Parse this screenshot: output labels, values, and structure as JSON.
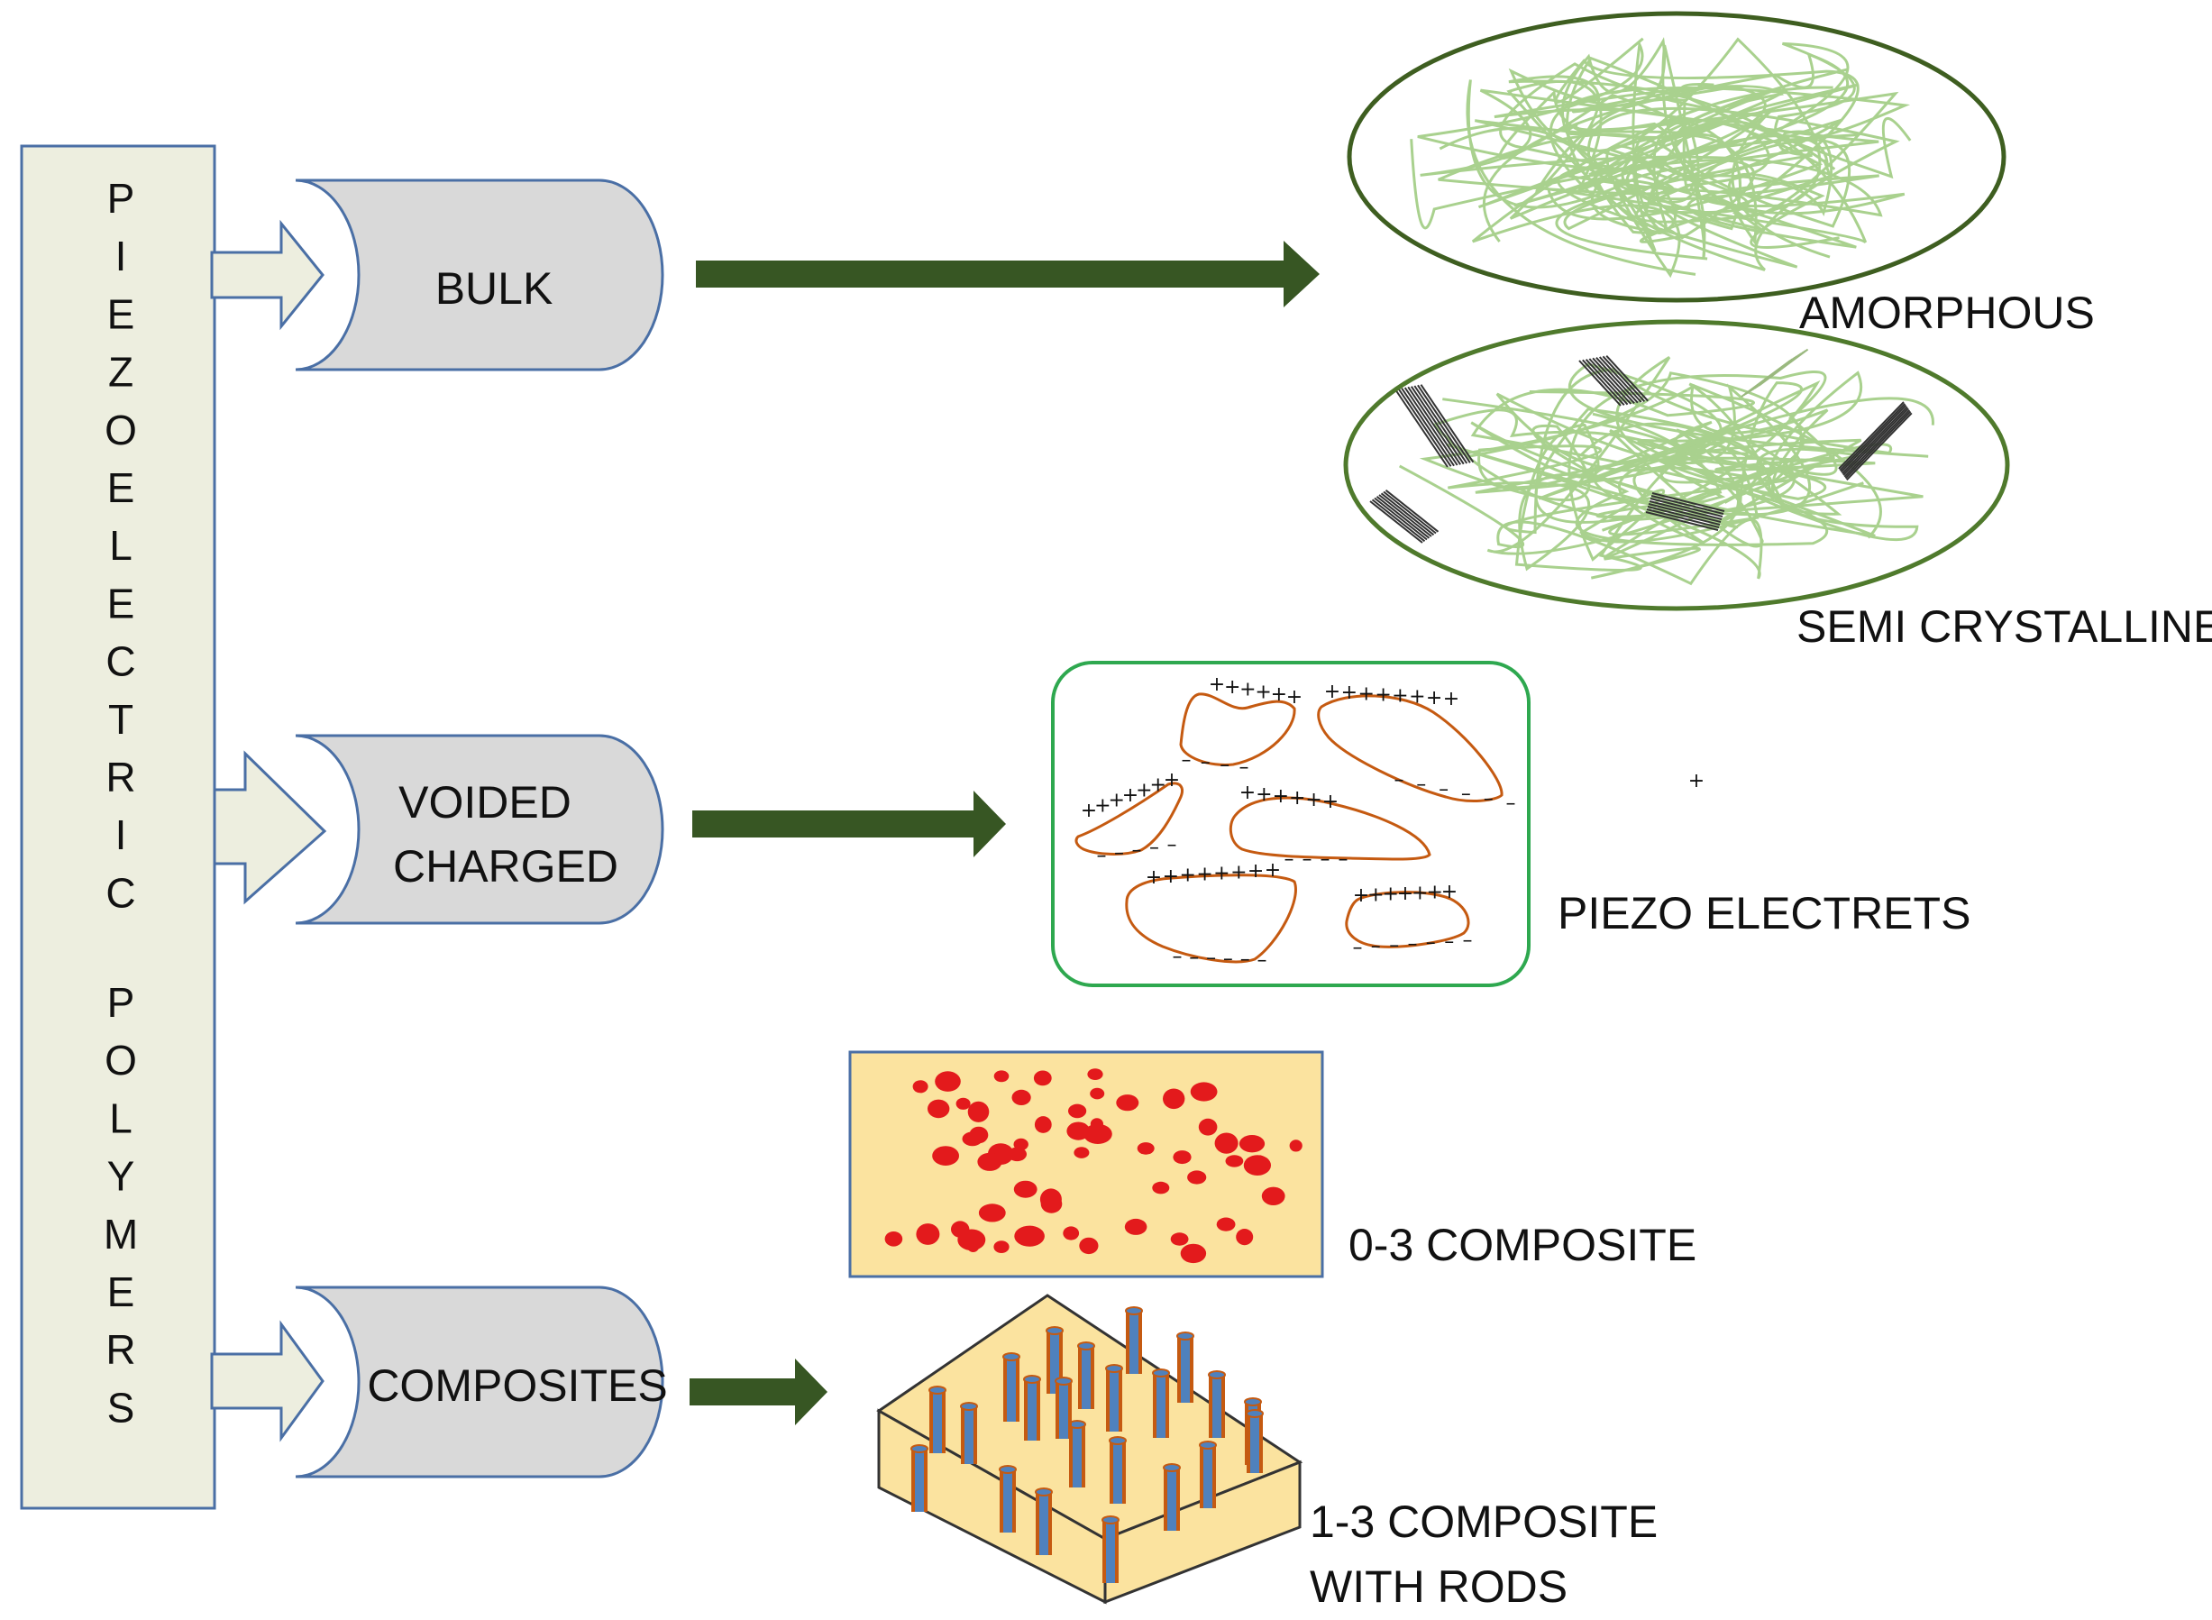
{
  "side_title": {
    "letters_word1": [
      "P",
      "I",
      "E",
      "Z",
      "O",
      "E",
      "L",
      "E",
      "C",
      "T",
      "R",
      "I",
      "C"
    ],
    "letters_word2": [
      "P",
      "O",
      "L",
      "Y",
      "M",
      "E",
      "R",
      "S"
    ]
  },
  "categories": {
    "bulk": "BULK",
    "voided_line1": "VOIDED",
    "voided_line2": "CHARGED",
    "composites": "COMPOSITES"
  },
  "results": {
    "amorphous": "AMORPHOUS",
    "semi_crystalline": "SEMI CRYSTALLINE",
    "piezo_electrets": "PIEZO ELECTRETS",
    "composite_0_3": "0-3 COMPOSITE",
    "composite_1_3_line1": "1-3 COMPOSITE",
    "composite_1_3_line2": "WITH RODS"
  },
  "charge_symbols": {
    "plus": "+",
    "minus": "–"
  },
  "colors": {
    "panel_fill": "#edeedf",
    "panel_stroke": "#4a6fa5",
    "capsule_fill": "#d9d9d9",
    "dark_arrow": "#375623",
    "polymer_ellipse_stroke": "#3e5e20",
    "polymer_chain": "#a9d18e",
    "electret_box_stroke": "#2ea84f",
    "void_stroke": "#c55a11",
    "composite_fill": "#fbe39f",
    "particle": "#e31a1c",
    "rod_fill": "#4f81bd",
    "rod_edge": "#c55a11"
  }
}
